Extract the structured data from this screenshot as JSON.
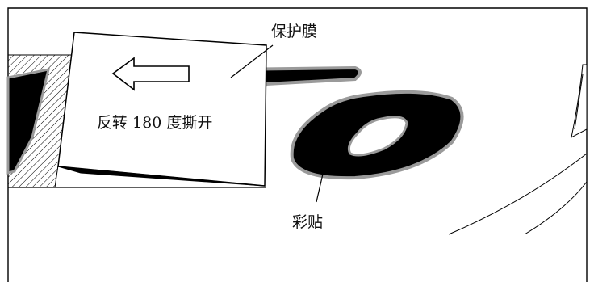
{
  "labels": {
    "protective_film": "保护膜",
    "instruction": "反转 180 度撕开",
    "decal": "彩贴"
  },
  "colors": {
    "frame": "#000000",
    "decal_fill": "#000000",
    "decal_outline": "#9a9a9a",
    "hatch": "#000000",
    "film_fill": "#ffffff",
    "background": "#ffffff"
  },
  "icons": {
    "peel_direction": "left-arrow-outline"
  }
}
